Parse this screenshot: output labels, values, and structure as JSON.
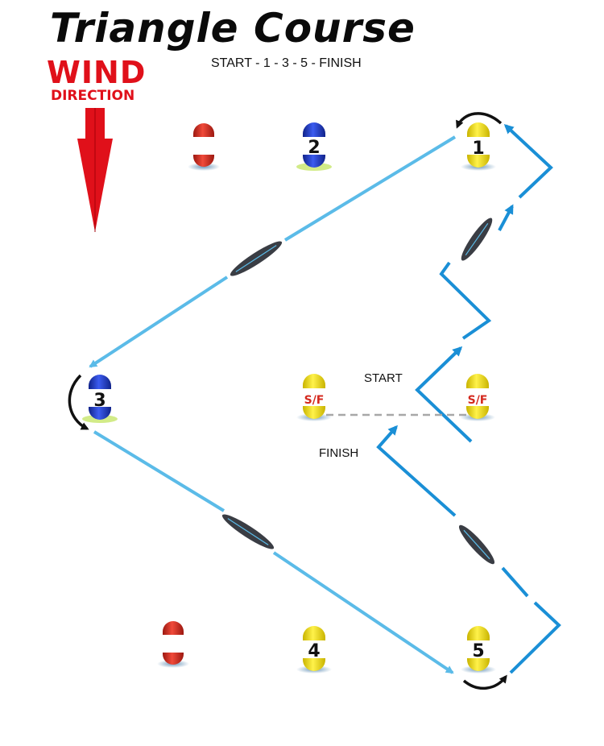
{
  "title": "Triangle Course",
  "subtitle": "START - 1 - 3 - 5 - FINISH",
  "wind": {
    "line1": "WIND",
    "line2": "DIRECTION",
    "color": "#e0101a"
  },
  "labels": {
    "start": "START",
    "finish": "FINISH"
  },
  "marks": [
    {
      "id": "1",
      "label": "1",
      "color": "yellow"
    },
    {
      "id": "2",
      "label": "2",
      "color": "blue"
    },
    {
      "id": "3",
      "label": "3",
      "color": "blue"
    },
    {
      "id": "4",
      "label": "4",
      "color": "yellow"
    },
    {
      "id": "5",
      "label": "5",
      "color": "yellow"
    },
    {
      "id": "sf-pin",
      "label": "S/F",
      "color": "yellow"
    },
    {
      "id": "sf-committee",
      "label": "S/F",
      "color": "yellow"
    },
    {
      "id": "red-upper",
      "label": "",
      "color": "red"
    },
    {
      "id": "red-lower",
      "label": "",
      "color": "red"
    }
  ],
  "colors": {
    "course_line": "#5bbbe8",
    "beat_line": "#1a8fd6",
    "yellow": "#f5e21a",
    "blue": "#1f3fd0",
    "red": "#d42a1f",
    "boat": "#3a3d44"
  }
}
